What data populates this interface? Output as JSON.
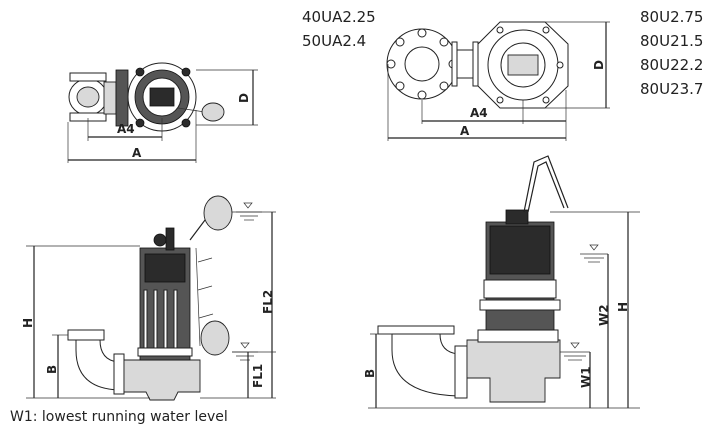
{
  "models": {
    "left_column": [
      "40UA2.25",
      "50UA2.4"
    ],
    "right_column": [
      "80U2.75",
      "80U21.5",
      "80U22.2",
      "80U23.7"
    ]
  },
  "dimensions": {
    "a": "A",
    "a4": "A4",
    "d": "D",
    "h": "H",
    "b": "B",
    "fl1": "FL1",
    "fl2": "FL2",
    "w1": "W1",
    "w2": "W2"
  },
  "footnote": "W1: lowest running water level"
}
